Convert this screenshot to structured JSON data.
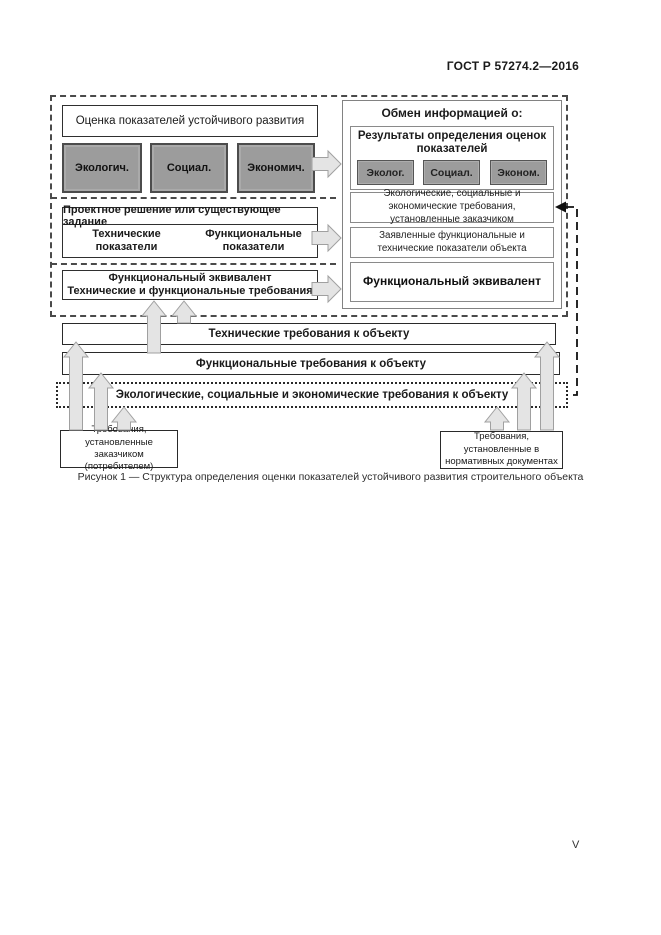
{
  "header": {
    "doc_number": "ГОСТ Р 57274.2—2016"
  },
  "diagram": {
    "assessment_box": "Оценка показателей устойчивого развития",
    "indicator_boxes": [
      "Экологич.",
      "Социал.",
      "Экономич."
    ],
    "design_box": {
      "title": "Проектное решение или существующее задание",
      "left_col": "Технические показатели",
      "right_col": "Функциональные показатели"
    },
    "func_equiv_box": {
      "line1": "Функциональный эквивалент",
      "line2": "Технические и функциональные требования"
    },
    "exchange_panel": {
      "title": "Обмен информацией о:",
      "results_title": "Результаты определения оценок показателей",
      "result_chips": [
        "Эколог.",
        "Социал.",
        "Эконом."
      ],
      "row_requirements": "Экологические, социальные и экономические требования, установленные заказчиком",
      "row_declared": "Заявленные функциональные и технические показатели объекта",
      "row_equivalent": "Функциональный эквивалент"
    },
    "bars": [
      "Технические требования к объекту",
      "Функциональные требования к объекту",
      "Экологические, социальные и экономические требования к объекту"
    ],
    "source_left": "Требования, установленные заказчиком (потребителем)",
    "source_right": "Требования, установленные в нормативных документах"
  },
  "figure": {
    "caption": "Рисунок 1 — Структура определения оценки показателей устойчивого развития строительного объекта"
  },
  "footer": {
    "page_number": "V"
  },
  "colors": {
    "block_fill": "#9c9c9c",
    "block_border": "#4c4c4c",
    "arrow_fill": "#e4e4e4",
    "arrow_stroke": "#a0a0a0",
    "dash_line": "#4a4a4a",
    "connector": "#111111"
  }
}
